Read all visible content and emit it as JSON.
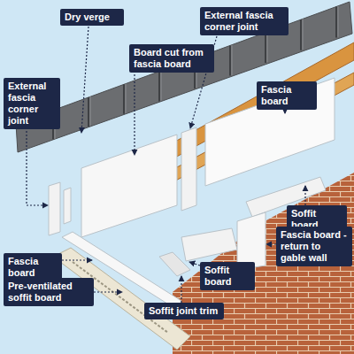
{
  "diagram": {
    "nodes": [
      {
        "text": [
          "Dry verge"
        ]
      },
      {
        "text": [
          "External fascia corner joint"
        ]
      },
      {
        "text": [
          "Board cut from fascia board"
        ]
      },
      {
        "text": [
          "Fascia board"
        ]
      },
      {
        "text": [
          "External fascia corner joint"
        ]
      },
      {
        "text": [
          "Soffit board"
        ]
      },
      {
        "text": [
          "Fascia board - return to gable wall"
        ]
      },
      {
        "text": [
          "Fascia board"
        ]
      },
      {
        "text": [
          "Pre-ventilated soffit board"
        ]
      },
      {
        "text": [
          "Soffit board"
        ]
      },
      {
        "text": [
          "Soffit joint trim"
        ]
      }
    ]
  }
}
